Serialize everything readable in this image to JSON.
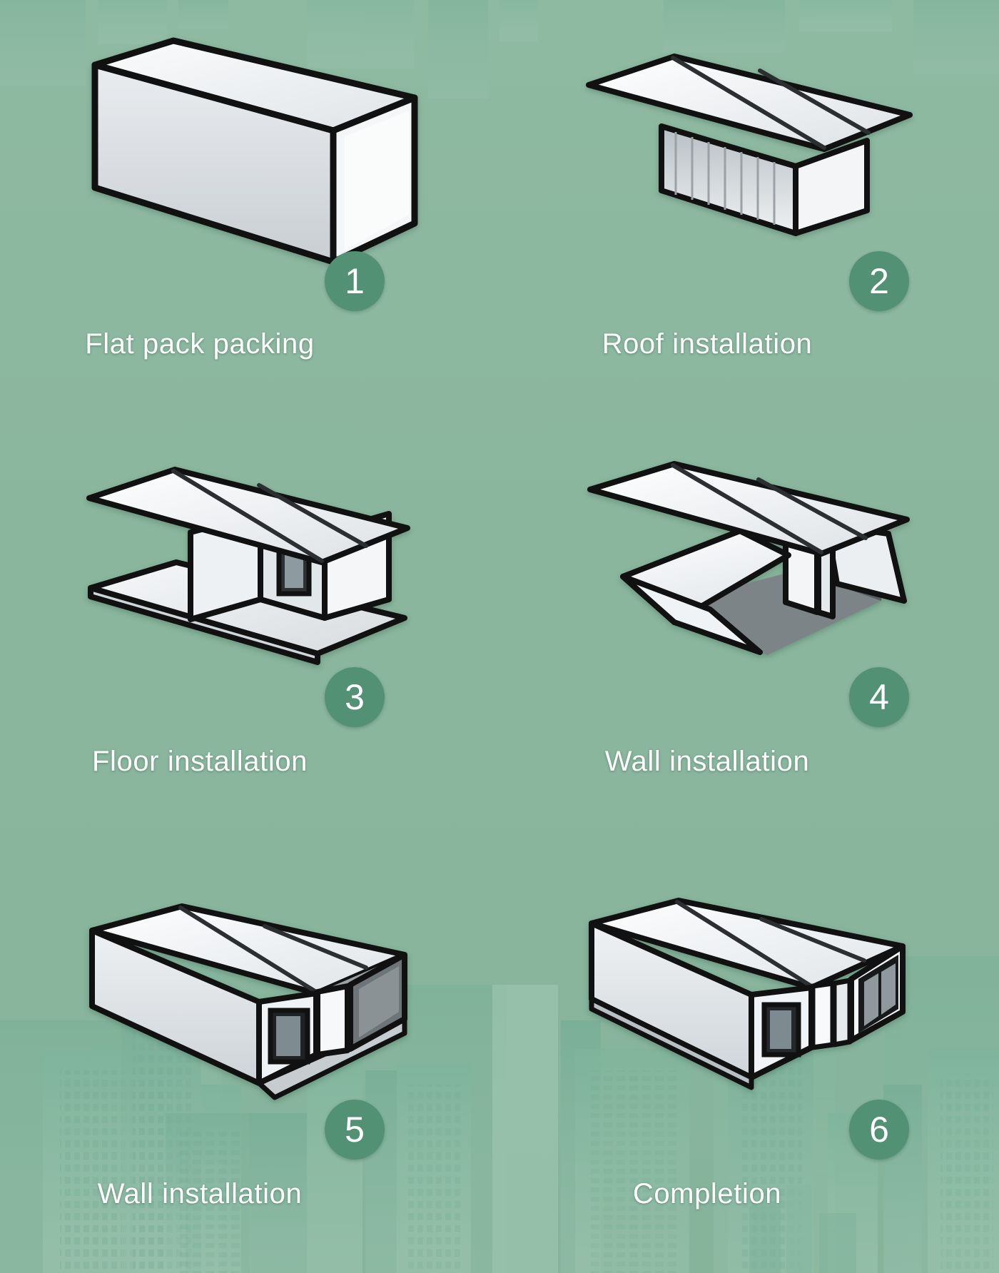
{
  "theme": {
    "background_color": "#8ab69d",
    "badge_color": "#529174",
    "label_color": "#ffffff",
    "panel_light": "#f2f4f5",
    "panel_mid": "#d7dce0",
    "panel_shadow": "#8e9498",
    "outline": "#111111"
  },
  "steps": [
    {
      "number": "1",
      "label": "Flat pack packing",
      "illustration": "flat-pack-container-box"
    },
    {
      "number": "2",
      "label": "Roof installation",
      "illustration": "roof-panel-on-corrugated-base"
    },
    {
      "number": "3",
      "label": "Floor installation",
      "illustration": "roof-and-floor-panels-with-end-wall"
    },
    {
      "number": "4",
      "label": "Wall installation",
      "illustration": "side-walls-folding-out"
    },
    {
      "number": "5",
      "label": "Wall installation",
      "illustration": "expanded-unit-with-window-opening"
    },
    {
      "number": "6",
      "label": "Completion",
      "illustration": "finished-expandable-container-house"
    }
  ]
}
